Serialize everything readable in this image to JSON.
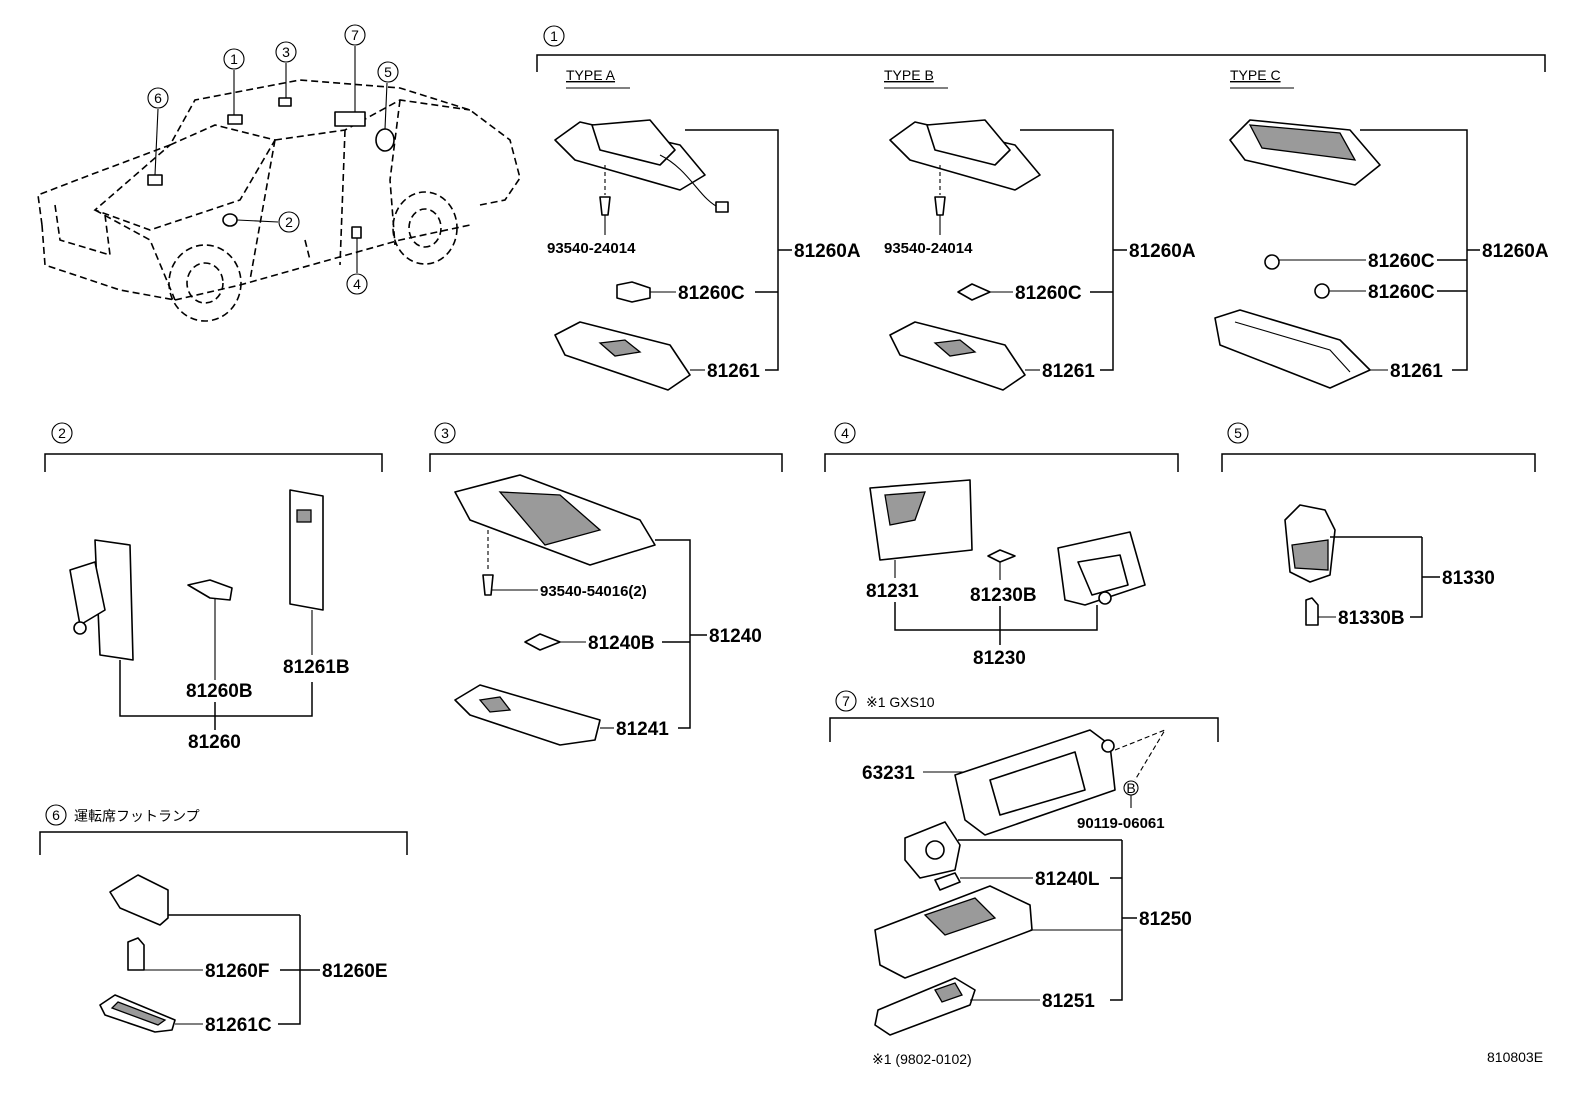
{
  "diagram_code": "810803E",
  "car": {
    "callouts": [
      "1",
      "2",
      "3",
      "4",
      "5",
      "6",
      "7"
    ]
  },
  "sections": {
    "s1": {
      "num": "1",
      "types": {
        "a": {
          "label": "TYPE A",
          "parts": {
            "screw": "93540-24014",
            "bulb": "81260C",
            "assy": "81260A",
            "cover": "81261"
          }
        },
        "b": {
          "label": "TYPE B",
          "parts": {
            "screw": "93540-24014",
            "bulb": "81260C",
            "assy": "81260A",
            "cover": "81261"
          }
        },
        "c": {
          "label": "TYPE C",
          "parts": {
            "bulb1": "81260C",
            "bulb2": "81260C",
            "assy": "81260A",
            "cover": "81261"
          }
        }
      }
    },
    "s2": {
      "num": "2",
      "parts": {
        "bulb": "81260B",
        "lens": "81261B",
        "assy": "81260"
      }
    },
    "s3": {
      "num": "3",
      "parts": {
        "screw": "93540-54016(2)",
        "bulb": "81240B",
        "assy": "81240",
        "cover": "81241"
      }
    },
    "s4": {
      "num": "4",
      "parts": {
        "lens": "81231",
        "bulb": "81230B",
        "assy": "81230"
      }
    },
    "s5": {
      "num": "5",
      "parts": {
        "assy": "81330",
        "bulb": "81330B"
      }
    },
    "s6": {
      "num": "6",
      "title": "運転席フットランプ",
      "parts": {
        "bulb": "81260F",
        "assy": "81260E",
        "cover": "81261C"
      }
    },
    "s7": {
      "num": "7",
      "title": "※1 GXS10",
      "bolt_mark": "B",
      "footnote": "※1 (9802-0102)",
      "parts": {
        "bracket": "63231",
        "bolt": "90119-06061",
        "bulb": "81240L",
        "assy": "81250",
        "cover": "81251"
      }
    }
  }
}
